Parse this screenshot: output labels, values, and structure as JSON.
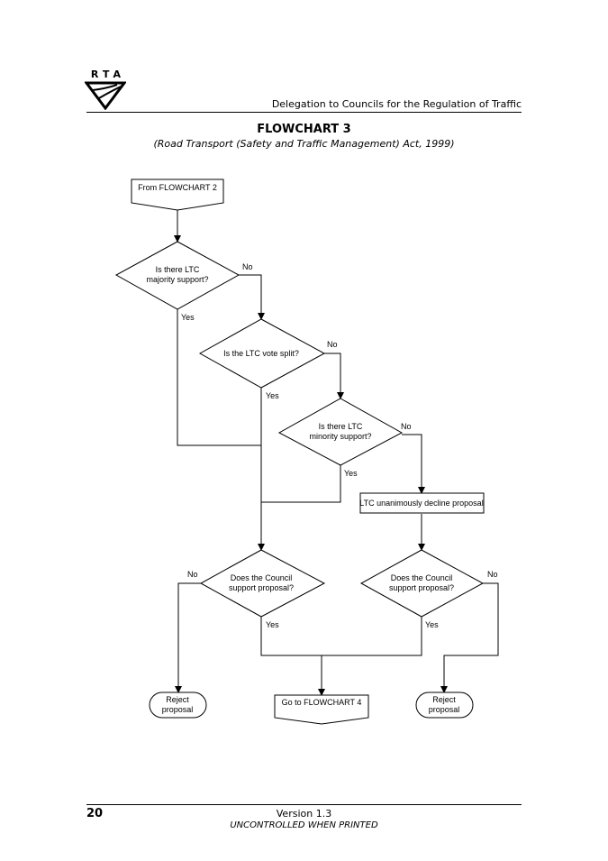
{
  "header": {
    "logo_text": "RTA",
    "title": "Delegation to Councils for the Regulation of Traffic"
  },
  "document": {
    "title": "FLOWCHART 3",
    "subtitle": "(Road Transport (Safety and Traffic Management) Act, 1999)"
  },
  "flowchart": {
    "start": "From FLOWCHART 2",
    "q_majority": [
      "Is there LTC",
      "majority support?"
    ],
    "q_split": "Is the LTC vote split?",
    "q_minority": [
      "Is there LTC",
      "minority support?"
    ],
    "unanimous_decline": "LTC unanimously decline proposal",
    "q_council_left": [
      "Does the Council",
      "support proposal?"
    ],
    "q_council_right": [
      "Does the Council",
      "support proposal?"
    ],
    "reject_left": [
      "Reject",
      "proposal"
    ],
    "reject_right": [
      "Reject",
      "proposal"
    ],
    "goto": "Go to FLOWCHART 4",
    "yes": "Yes",
    "no": "No"
  },
  "footer": {
    "page_number": "20",
    "version": "Version 1.3",
    "notice": "UNCONTROLLED WHEN PRINTED"
  }
}
